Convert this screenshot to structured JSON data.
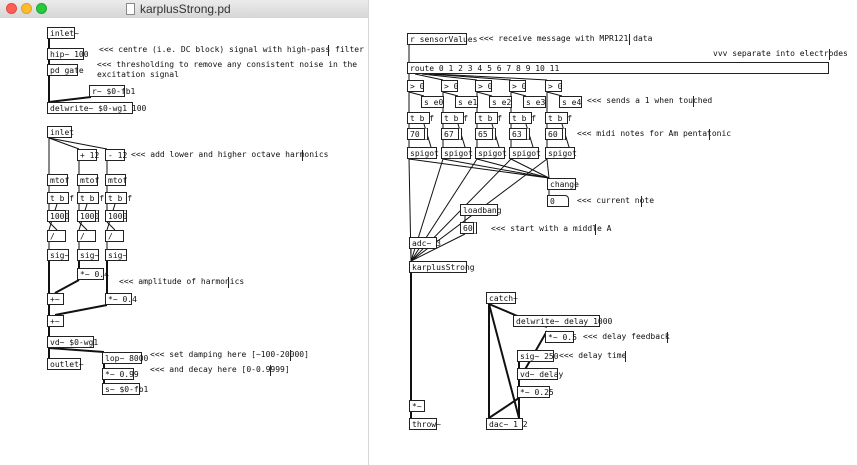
{
  "window": {
    "title": "karplusStrong.pd",
    "buttons": [
      "close",
      "minimize",
      "zoom"
    ]
  },
  "left_patch": {
    "objects": {
      "inlet_sig": "inlet~",
      "hip": "hip~ 100",
      "pd_gate": "pd gate",
      "r_fb": "r~ $0-fb1",
      "delwrite": "delwrite~ $0-wg1 100",
      "inlet": "inlet",
      "plus12": "+ 12",
      "minus12": "- 12",
      "mtof1": "mtof",
      "mtof2": "mtof",
      "mtof3": "mtof",
      "tbf1": "t b f",
      "tbf2": "t b f",
      "tbf3": "t b f",
      "n1000a": "1000",
      "n1000b": "1000",
      "n1000c": "1000",
      "div1": "/",
      "div2": "/",
      "div3": "/",
      "sig1": "sig~",
      "sig2": "sig~",
      "sig3": "sig~",
      "mul04a": "*~ 0.4",
      "mul04b": "*~ 0.4",
      "add1": "+~",
      "add2": "+~",
      "vd": "vd~ $0-wg1",
      "lop": "lop~ 8000",
      "outlet": "outlet~",
      "mul099": "*~ 0.99",
      "s_fb": "s~ $0-fb1"
    },
    "comments": {
      "centre": "<<< centre (i.e. DC block) signal with high-pass filter",
      "threshold_1": "<<< thresholding to remove any consistent noise in the",
      "threshold_2": "excitation signal",
      "octave": "<<< add lower and higher octave harmonics",
      "amplitude": "<<< amplitude of harmonics",
      "damping": "<<< set damping here [~100-20000]",
      "decay": "<<< and decay here [0-0.9999]"
    }
  },
  "right_patch": {
    "objects": {
      "r_sensor": "r sensorValues",
      "route": "route 0 1 2 3 4 5 6 7 8 9 10 11",
      "gt": "> 0",
      "s_e0": "s e0",
      "s_e1": "s e1",
      "s_e2": "s e2",
      "s_e3": "s e3",
      "s_e4": "s e4",
      "tbf": "t b f",
      "msg70": "70",
      "msg67": "67",
      "msg65": "65",
      "msg63": "63",
      "msg60": "60",
      "spigot": "spigot",
      "change": "change",
      "current_note_val": "0",
      "loadbang": "loadbang",
      "n60": "60",
      "adc": "adc~ 3",
      "karplus": "karplusStrong",
      "catch": "catch~",
      "delwrite_delay": "delwrite~ delay 1000",
      "mul05": "*~ 0.5",
      "sig250": "sig~ 250",
      "vd_delay": "vd~ delay",
      "mul025": "*~ 0.25",
      "mul_sig": "*~",
      "throw": "throw~",
      "dac": "dac~ 1 2"
    },
    "comments": {
      "receive": "<<< receive message with MPR121 data",
      "separate": "vvv separate into electrodes",
      "sends": "<<< sends a 1 when touched",
      "midi": "<<< midi notes for Am pentatonic",
      "current_note": "<<< current note",
      "start": "<<< start with a middle A",
      "feedback": "<<< delay feedback",
      "delay_time": "<<< delay time"
    }
  }
}
